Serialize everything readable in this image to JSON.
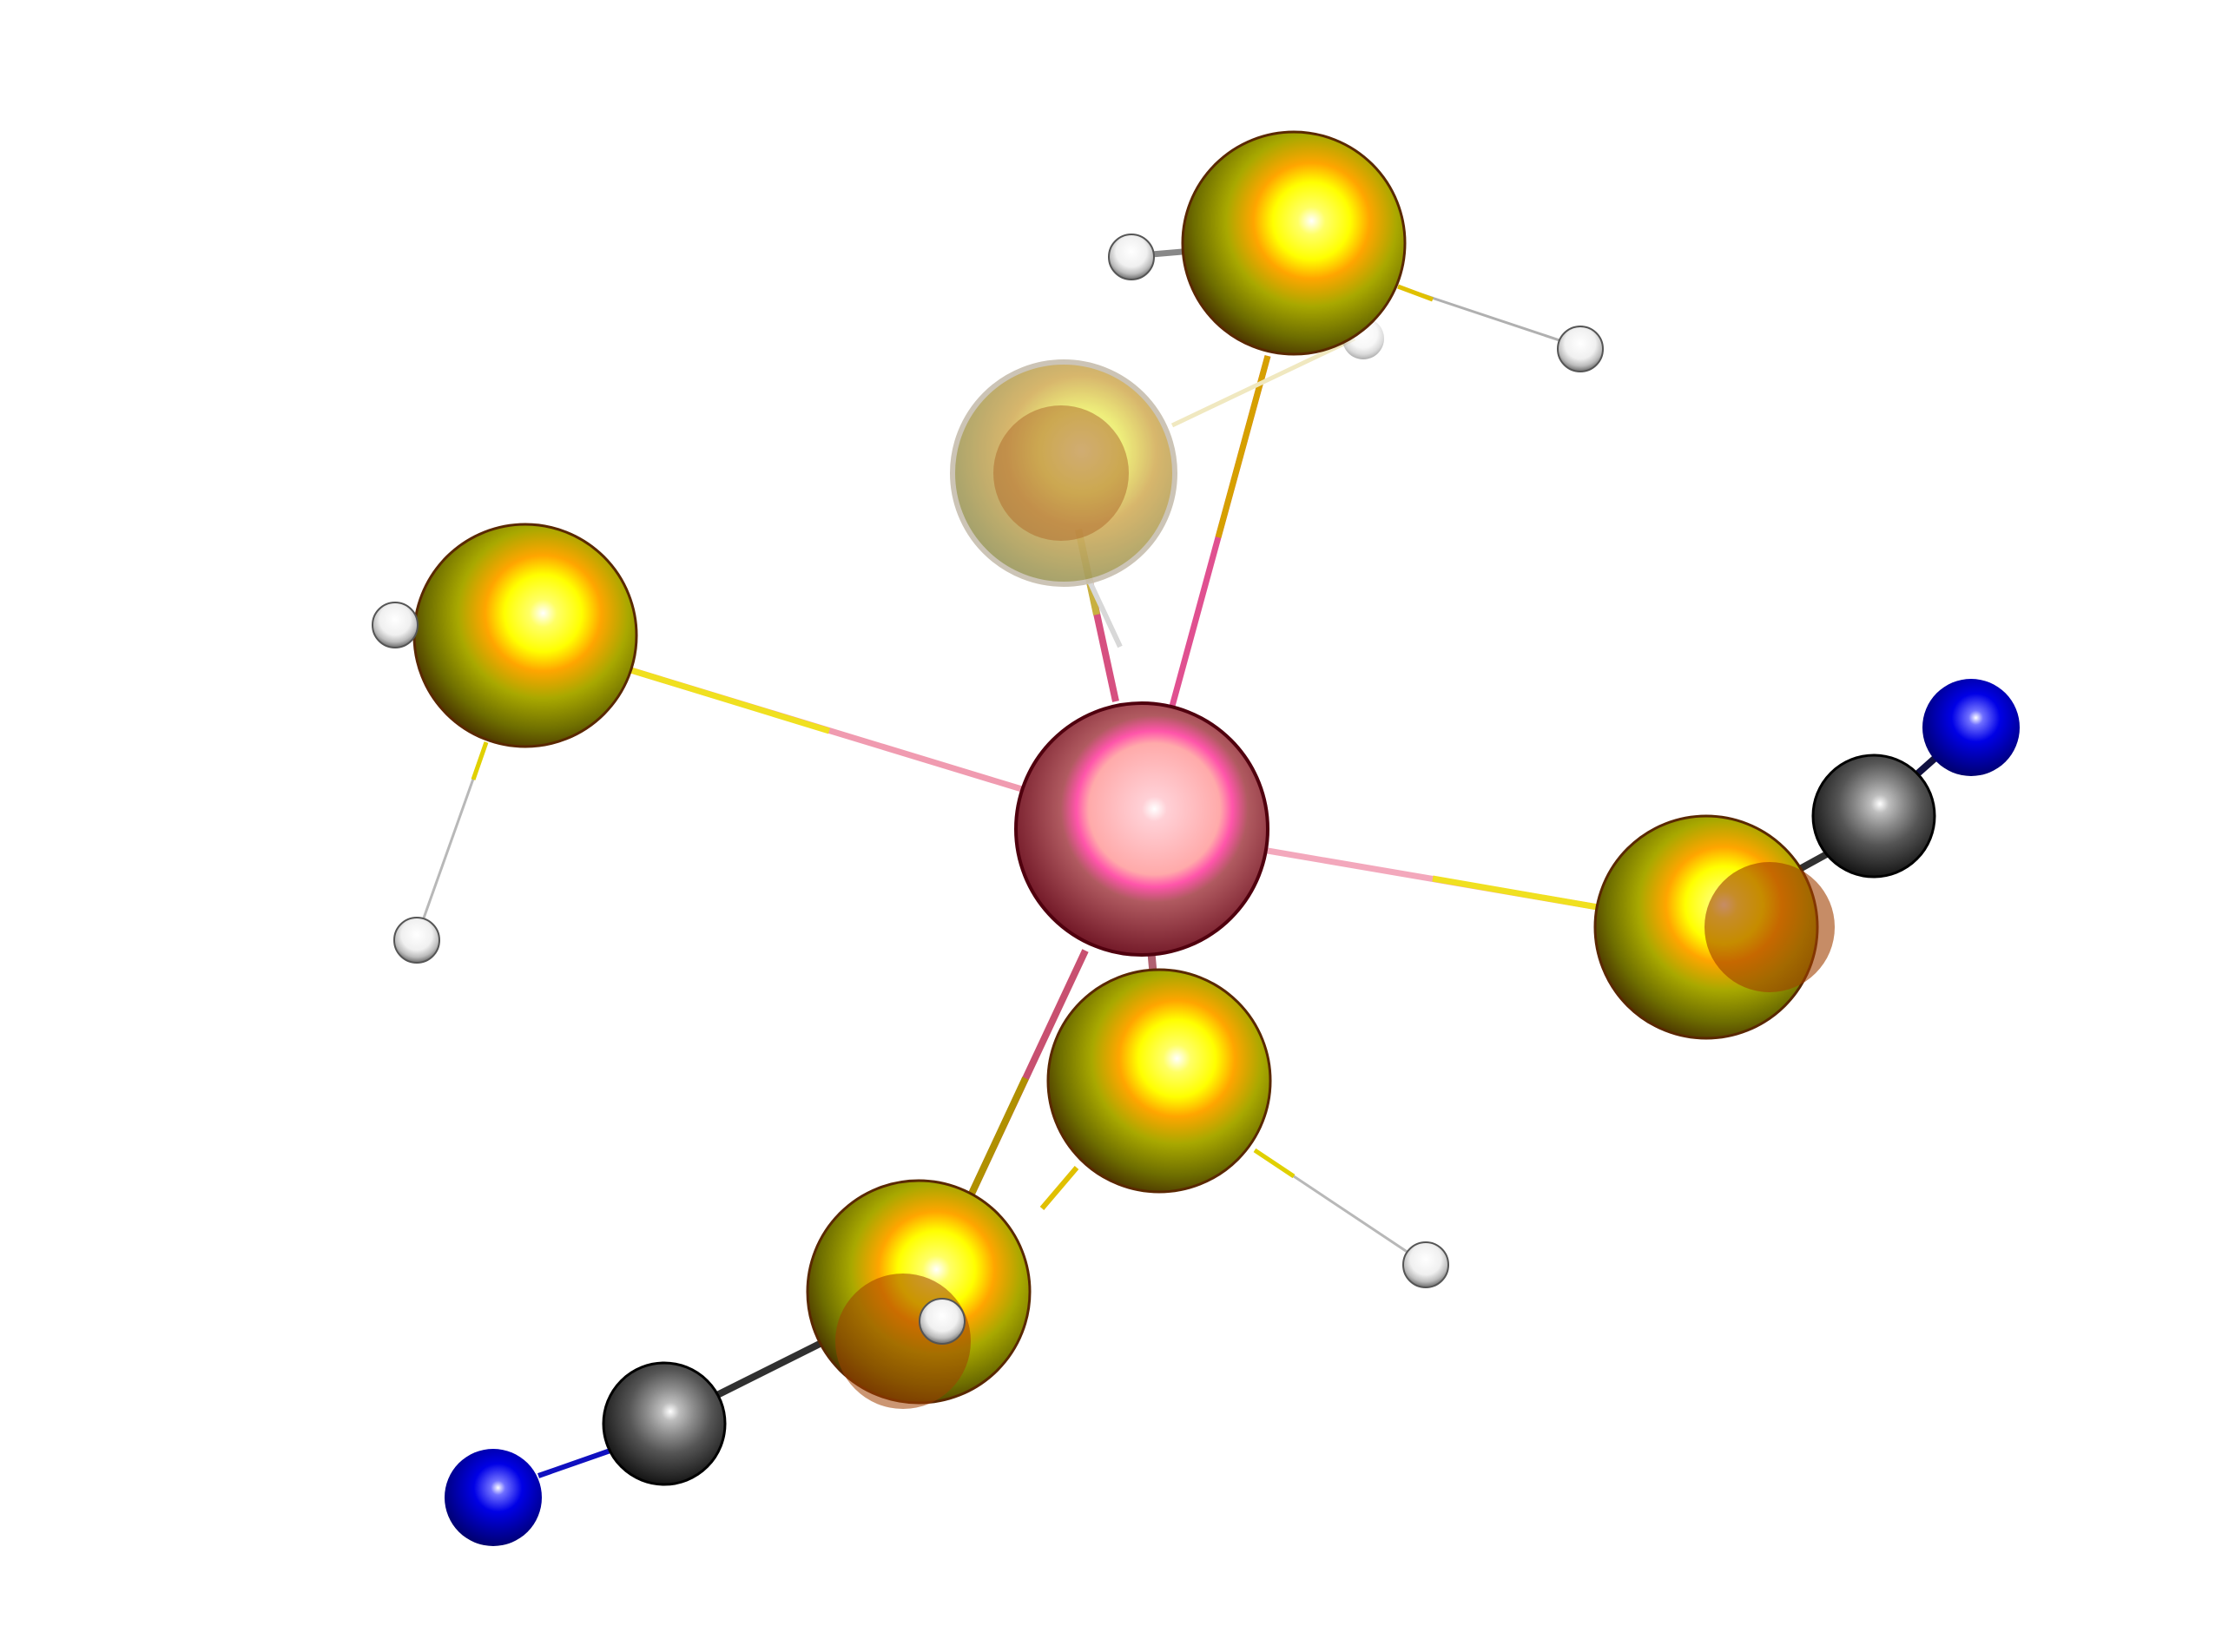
{
  "scene": {
    "background": "#ffffff",
    "colors": {
      "central_metal": "#f06090",
      "sulfur": "#ffff00",
      "carbon": "#4a4a4a",
      "nitrogen": "#0000ee",
      "hydrogen": "#ffffff"
    },
    "atoms": [
      {
        "element": "M",
        "role": "central-atom"
      },
      {
        "element": "S",
        "role": "ligand-top"
      },
      {
        "element": "S",
        "role": "ligand-back"
      },
      {
        "element": "S",
        "role": "ligand-left"
      },
      {
        "element": "S",
        "role": "ligand-right"
      },
      {
        "element": "S",
        "role": "ligand-front"
      },
      {
        "element": "S",
        "role": "ligand-bottom"
      },
      {
        "element": "C",
        "role": "cyano-carbon-right"
      },
      {
        "element": "N",
        "role": "cyano-nitrogen-right"
      },
      {
        "element": "C",
        "role": "cyano-carbon-bottom"
      },
      {
        "element": "N",
        "role": "cyano-nitrogen-bottom"
      },
      {
        "element": "H"
      },
      {
        "element": "H"
      },
      {
        "element": "H"
      },
      {
        "element": "H"
      },
      {
        "element": "H"
      },
      {
        "element": "H"
      },
      {
        "element": "H"
      },
      {
        "element": "H"
      }
    ]
  }
}
